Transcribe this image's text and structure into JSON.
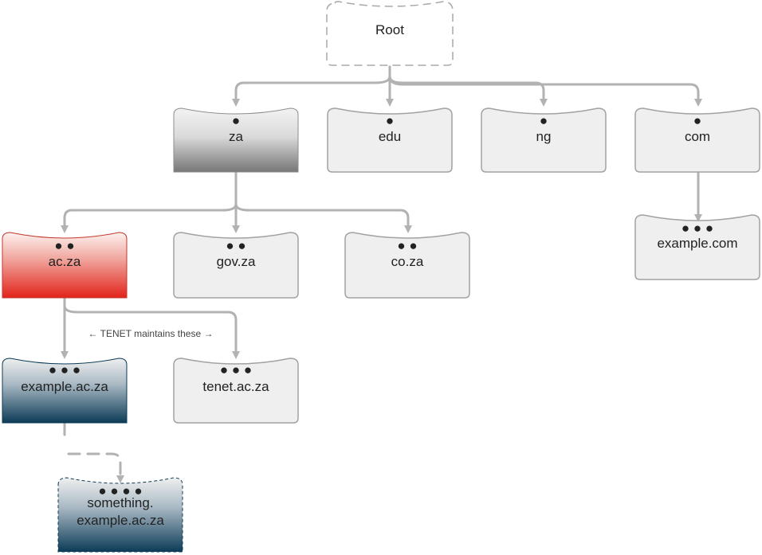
{
  "root": {
    "label": "Root"
  },
  "tld": {
    "za": {
      "label": "za",
      "dots": "●"
    },
    "edu": {
      "label": "edu",
      "dots": "●"
    },
    "ng": {
      "label": "ng",
      "dots": "●"
    },
    "com": {
      "label": "com",
      "dots": "●"
    }
  },
  "second": {
    "ac_za": {
      "label": "ac.za",
      "dots": "● ●"
    },
    "gov_za": {
      "label": "gov.za",
      "dots": "● ●"
    },
    "co_za": {
      "label": "co.za",
      "dots": "● ●"
    },
    "example_com": {
      "label": "example.com",
      "dots": "● ● ●"
    }
  },
  "third": {
    "example_ac_za": {
      "label": "example.ac.za",
      "dots": "● ● ●"
    },
    "tenet_ac_za": {
      "label": "tenet.ac.za",
      "dots": "● ● ●"
    }
  },
  "fourth": {
    "something": {
      "line1": "something.",
      "line2": "example.ac.za",
      "dots": "● ● ● ●"
    }
  },
  "annotation": "← TENET maintains these →",
  "colors": {
    "node_fill": "#efefef",
    "node_stroke": "#9e9e9e",
    "connector": "#b2b2b2",
    "za_gradient": [
      "#f2f2f2",
      "#7a7a7a"
    ],
    "ac_za_gradient": [
      "#fbe9e7",
      "#e2231a"
    ],
    "navy_gradient": [
      "#ececec",
      "#0c3b57"
    ]
  }
}
